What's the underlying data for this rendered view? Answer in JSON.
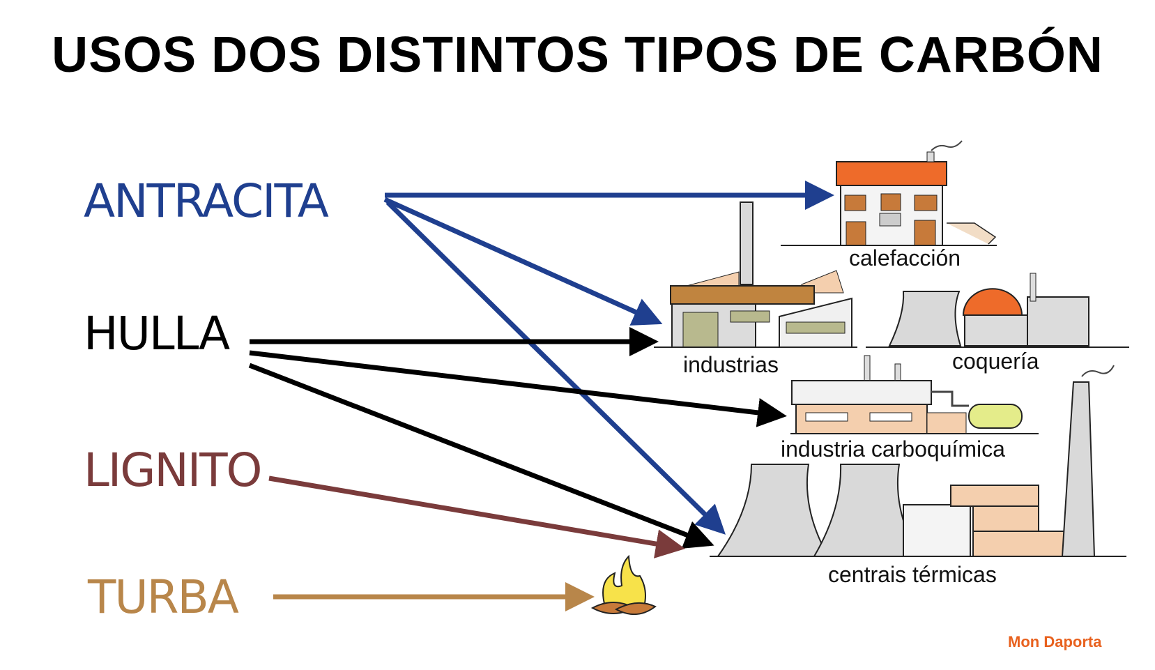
{
  "title": "USOS DOS DISTINTOS TIPOS DE CARBÓN",
  "coal_types": [
    {
      "id": "antracita",
      "label": "ANTRACITA",
      "color": "#1f3f8f"
    },
    {
      "id": "hulla",
      "label": "HULLA",
      "color": "#000000"
    },
    {
      "id": "lignito",
      "label": "LIGNITO",
      "color": "#7a3b3b"
    },
    {
      "id": "turba",
      "label": "TURBA",
      "color": "#b8864a"
    }
  ],
  "uses": [
    {
      "id": "calefaccion",
      "label": "calefacción"
    },
    {
      "id": "industrias",
      "label": "industrias"
    },
    {
      "id": "coqueria",
      "label": "coquería"
    },
    {
      "id": "carboquimica",
      "label": "industria carboquímica"
    },
    {
      "id": "centrais",
      "label": "centrais térmicas"
    },
    {
      "id": "fogueira",
      "label": ""
    }
  ],
  "links": [
    {
      "from": "antracita",
      "to": "calefaccion"
    },
    {
      "from": "antracita",
      "to": "industrias"
    },
    {
      "from": "antracita",
      "to": "centrais"
    },
    {
      "from": "hulla",
      "to": "industrias"
    },
    {
      "from": "hulla",
      "to": "carboquimica"
    },
    {
      "from": "hulla",
      "to": "centrais"
    },
    {
      "from": "lignito",
      "to": "centrais"
    },
    {
      "from": "turba",
      "to": "fogueira"
    }
  ],
  "credit": {
    "text": "Mon Daporta",
    "color": "#e8611e"
  }
}
